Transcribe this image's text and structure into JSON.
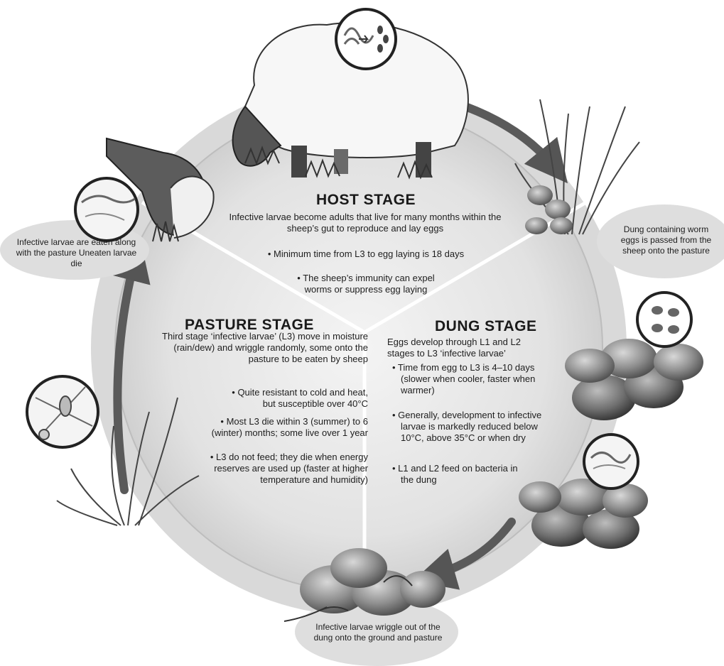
{
  "host": {
    "title": "HOST STAGE",
    "intro": "Infective larvae become adults that live for many months within the sheep’s gut to reproduce and lay eggs",
    "bullets": [
      "• Minimum time from L3 to egg laying is 18 days",
      "• The sheep’s immunity can expel worms or suppress egg laying"
    ]
  },
  "pasture": {
    "title": "PASTURE STAGE",
    "intro": "Third stage ‘infective larvae’ (L3) move in moisture (rain/dew) and wriggle randomly, some onto the pasture to be eaten by sheep",
    "bullets": [
      "• Quite resistant to cold and heat, but susceptible over 40°C",
      "• Most L3 die within 3 (summer) to 6 (winter) months; some live over 1 year",
      "• L3 do not feed; they die when energy reserves are used up (faster at higher temperature and humidity)"
    ]
  },
  "dung": {
    "title": "DUNG STAGE",
    "intro": "Eggs develop through L1 and L2 stages to L3 ‘infective larvae’",
    "bullets": [
      "• Time from egg to L3 is 4–10 days (slower when cooler, faster when warmer)",
      "• Generally, development to infective larvae is markedly reduced below 10°C, above 35°C or when dry",
      "• L1 and L2 feed on bacteria in the dung"
    ]
  },
  "callouts": {
    "eaten": "Infective larvae are eaten along with the pasture Uneaten larvae die",
    "passed": "Dung containing worm eggs is passed from the sheep onto the pasture",
    "wriggle": "Infective larvae wriggle out of the dung onto the ground and pasture"
  }
}
